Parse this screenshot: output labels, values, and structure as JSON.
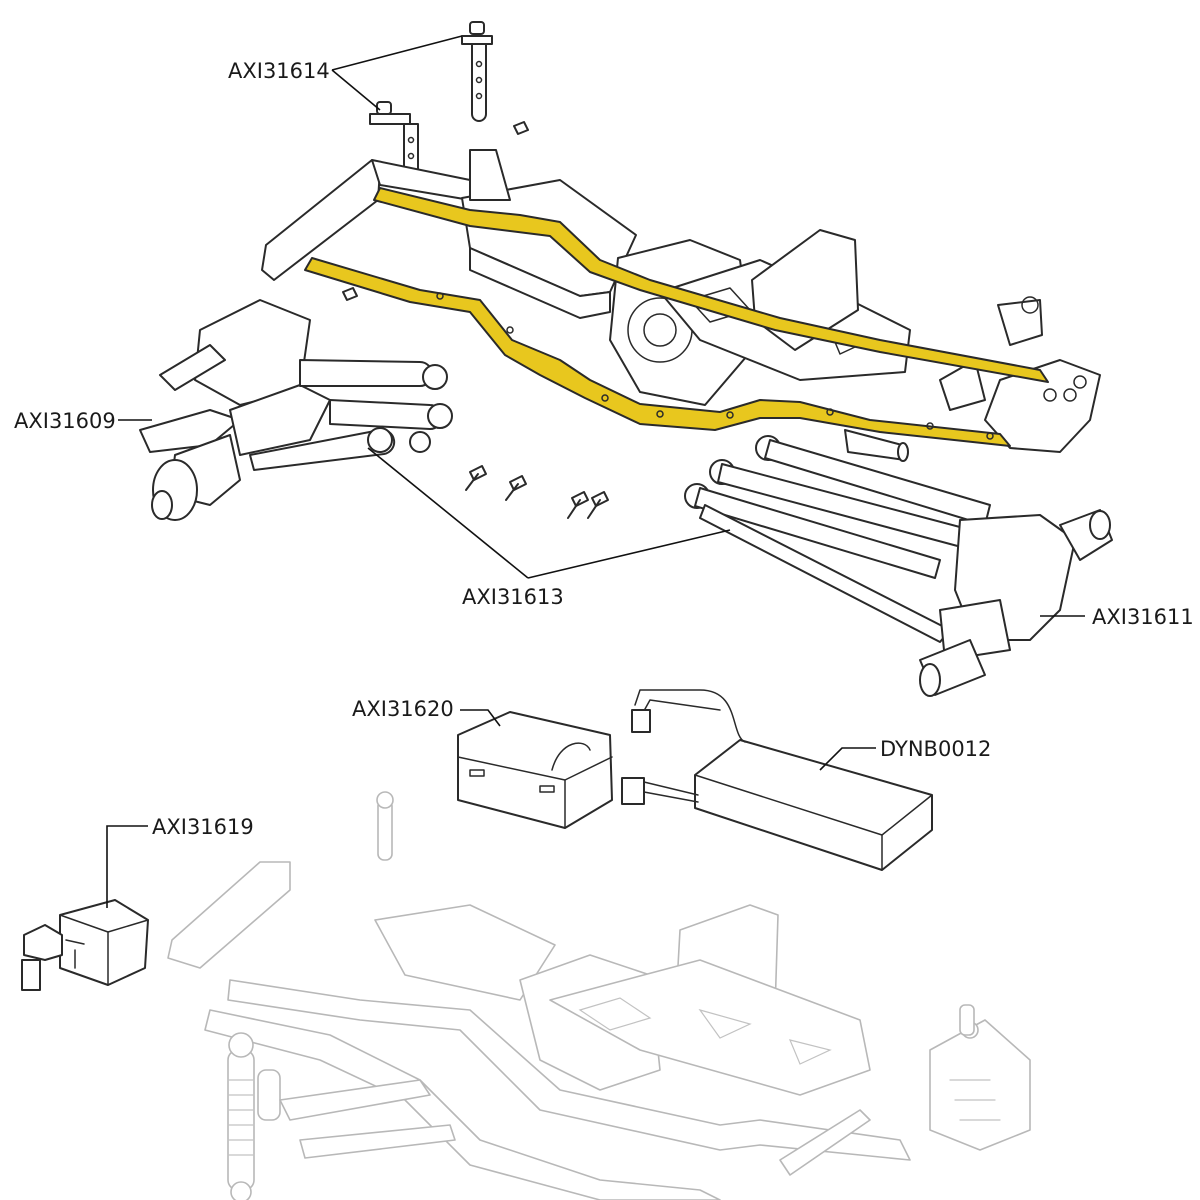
{
  "labels": {
    "AXI31614": "AXI31614",
    "AXI31609": "AXI31609",
    "AXI31613": "AXI31613",
    "AXI31611": "AXI31611",
    "AXI31620": "AXI31620",
    "DYNB0012": "DYNB0012",
    "AXI31619": "AXI31619"
  },
  "colors": {
    "highlight": "#e8c71e",
    "line": "#2a2a2a",
    "ghost": "#b8b8b8"
  }
}
